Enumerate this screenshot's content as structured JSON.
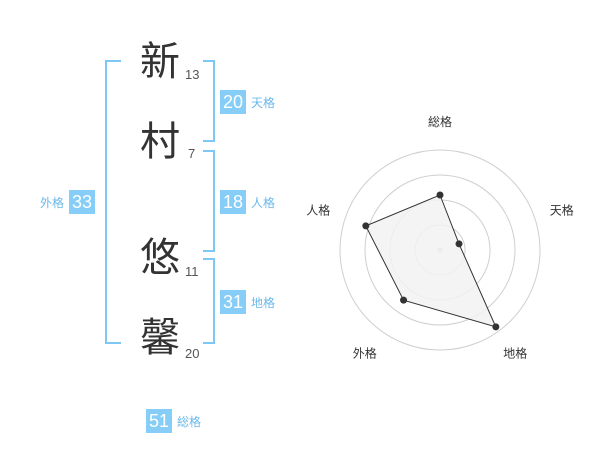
{
  "name": {
    "chars": [
      {
        "char": "新",
        "strokes": "13"
      },
      {
        "char": "村",
        "strokes": "7"
      },
      {
        "char": "悠",
        "strokes": "11"
      },
      {
        "char": "馨",
        "strokes": "20"
      }
    ]
  },
  "fortunes": {
    "tenkaku": {
      "value": "20",
      "label": "天格"
    },
    "jinkaku": {
      "value": "18",
      "label": "人格"
    },
    "chikaku": {
      "value": "31",
      "label": "地格"
    },
    "gaikaku": {
      "value": "33",
      "label": "外格"
    },
    "soukaku": {
      "value": "51",
      "label": "総格"
    }
  },
  "colors": {
    "accent": "#86cdf7",
    "bracket": "#7ec8f5",
    "label": "#6ab8ea",
    "radar_fill": "#f2f2f2",
    "radar_ring": "#cfcfcf"
  },
  "chart_data": {
    "type": "radar",
    "axes": [
      "総格",
      "天格",
      "地格",
      "外格",
      "人格"
    ],
    "values": [
      0.55,
      0.2,
      0.95,
      0.62,
      0.78
    ],
    "range": [
      0,
      1
    ],
    "rings": 4,
    "grid": true
  }
}
